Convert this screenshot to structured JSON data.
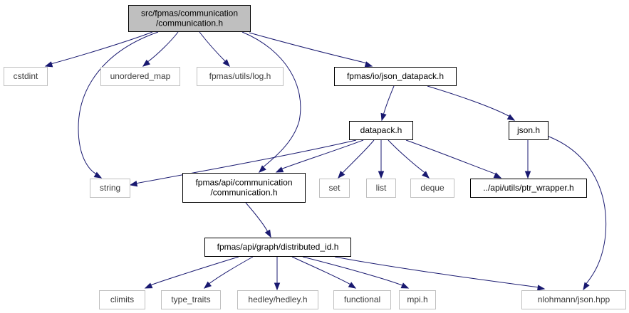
{
  "graph": {
    "nodes": [
      {
        "id": "root",
        "lines": [
          "src/fpmas/communication",
          "/communication.h"
        ],
        "kind": "root"
      },
      {
        "id": "cstdint",
        "lines": [
          "cstdint"
        ],
        "kind": "ext"
      },
      {
        "id": "unordered_map",
        "lines": [
          "unordered_map"
        ],
        "kind": "ext"
      },
      {
        "id": "log",
        "lines": [
          "fpmas/utils/log.h"
        ],
        "kind": "ext"
      },
      {
        "id": "json_datapack",
        "lines": [
          "fpmas/io/json_datapack.h"
        ],
        "kind": "doc"
      },
      {
        "id": "datapack",
        "lines": [
          "datapack.h"
        ],
        "kind": "doc"
      },
      {
        "id": "json_h",
        "lines": [
          "json.h"
        ],
        "kind": "doc"
      },
      {
        "id": "string",
        "lines": [
          "string"
        ],
        "kind": "ext"
      },
      {
        "id": "api_comm",
        "lines": [
          "fpmas/api/communication",
          "/communication.h"
        ],
        "kind": "doc"
      },
      {
        "id": "set",
        "lines": [
          "set"
        ],
        "kind": "ext"
      },
      {
        "id": "list",
        "lines": [
          "list"
        ],
        "kind": "ext"
      },
      {
        "id": "deque",
        "lines": [
          "deque"
        ],
        "kind": "ext"
      },
      {
        "id": "ptr_wrapper",
        "lines": [
          "../api/utils/ptr_wrapper.h"
        ],
        "kind": "doc"
      },
      {
        "id": "distributed_id",
        "lines": [
          "fpmas/api/graph/distributed_id.h"
        ],
        "kind": "doc"
      },
      {
        "id": "climits",
        "lines": [
          "climits"
        ],
        "kind": "ext"
      },
      {
        "id": "type_traits",
        "lines": [
          "type_traits"
        ],
        "kind": "ext"
      },
      {
        "id": "hedley",
        "lines": [
          "hedley/hedley.h"
        ],
        "kind": "ext"
      },
      {
        "id": "functional",
        "lines": [
          "functional"
        ],
        "kind": "ext"
      },
      {
        "id": "mpi",
        "lines": [
          "mpi.h"
        ],
        "kind": "ext"
      },
      {
        "id": "nlohmann",
        "lines": [
          "nlohmann/json.hpp"
        ],
        "kind": "ext"
      }
    ],
    "edges": [
      {
        "from": "root",
        "to": "cstdint"
      },
      {
        "from": "root",
        "to": "unordered_map"
      },
      {
        "from": "root",
        "to": "log"
      },
      {
        "from": "root",
        "to": "json_datapack"
      },
      {
        "from": "root",
        "to": "string"
      },
      {
        "from": "root",
        "to": "api_comm"
      },
      {
        "from": "json_datapack",
        "to": "datapack"
      },
      {
        "from": "json_datapack",
        "to": "json_h"
      },
      {
        "from": "datapack",
        "to": "string"
      },
      {
        "from": "datapack",
        "to": "api_comm"
      },
      {
        "from": "datapack",
        "to": "set"
      },
      {
        "from": "datapack",
        "to": "list"
      },
      {
        "from": "datapack",
        "to": "deque"
      },
      {
        "from": "datapack",
        "to": "ptr_wrapper"
      },
      {
        "from": "json_h",
        "to": "ptr_wrapper"
      },
      {
        "from": "json_h",
        "to": "nlohmann"
      },
      {
        "from": "api_comm",
        "to": "distributed_id"
      },
      {
        "from": "distributed_id",
        "to": "climits"
      },
      {
        "from": "distributed_id",
        "to": "type_traits"
      },
      {
        "from": "distributed_id",
        "to": "hedley"
      },
      {
        "from": "distributed_id",
        "to": "functional"
      },
      {
        "from": "distributed_id",
        "to": "mpi"
      },
      {
        "from": "distributed_id",
        "to": "nlohmann"
      }
    ],
    "colors": {
      "edge": "#191970",
      "external_border": "#bfbfbf",
      "root_fill": "#bfbfbf",
      "external_text": "#3c3c3c"
    }
  }
}
